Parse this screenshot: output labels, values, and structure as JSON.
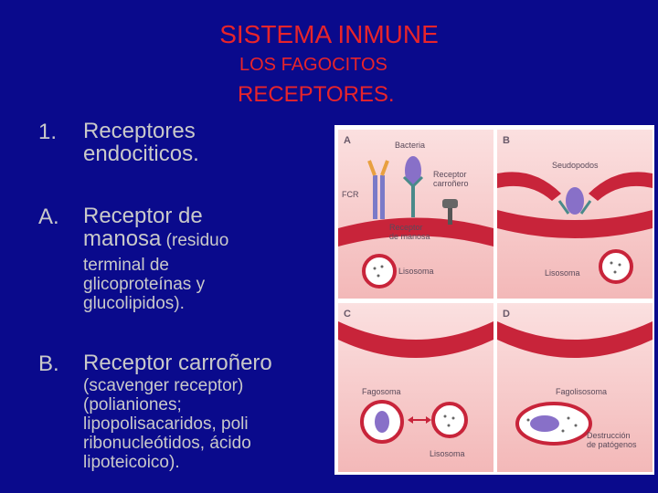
{
  "title": "SISTEMA INMUNE",
  "subtitle1": "LOS FAGOCITOS",
  "subtitle2": "RECEPTORES.",
  "items": [
    {
      "marker": "1.",
      "line1": "Receptores",
      "line2": "endociticos."
    },
    {
      "marker": "A.",
      "line1": "Receptor de",
      "line2": "manosa",
      "line2_small": " (residuo",
      "rest": [
        "terminal de",
        "glicoproteínas y",
        "glucolipidos)."
      ]
    },
    {
      "marker": "B.",
      "line1": "Receptor carroñero",
      "rest": [
        "(scavenger receptor)",
        "(polianiones;",
        "lipopolisacaridos, poli",
        "ribonucleótidos, ácido",
        "lipoteicoico)."
      ]
    }
  ],
  "figure": {
    "panel_a": {
      "letter": "A",
      "bacteria": "Bacteria",
      "receptor_carronero": "Receptor\ncarroñero",
      "fcr": "FCR",
      "receptor_manosa": "Receptor\nde manosa",
      "lisosoma": "Lisosoma"
    },
    "panel_b": {
      "letter": "B",
      "seudopodos": "Seudopodos",
      "lisosoma": "Lisosoma"
    },
    "panel_c": {
      "letter": "C",
      "fagosoma": "Fagosoma",
      "lisosoma": "Lisosoma"
    },
    "panel_d": {
      "letter": "D",
      "fagolisosoma": "Fagolisosoma",
      "destruccion": "Destrucción\nde patógenos"
    }
  },
  "colors": {
    "background": "#0a0a8c",
    "title": "#e8242a",
    "text": "#c9c9c9",
    "membrane": "#c8243a",
    "panel_bg": "#f4c8c8"
  }
}
